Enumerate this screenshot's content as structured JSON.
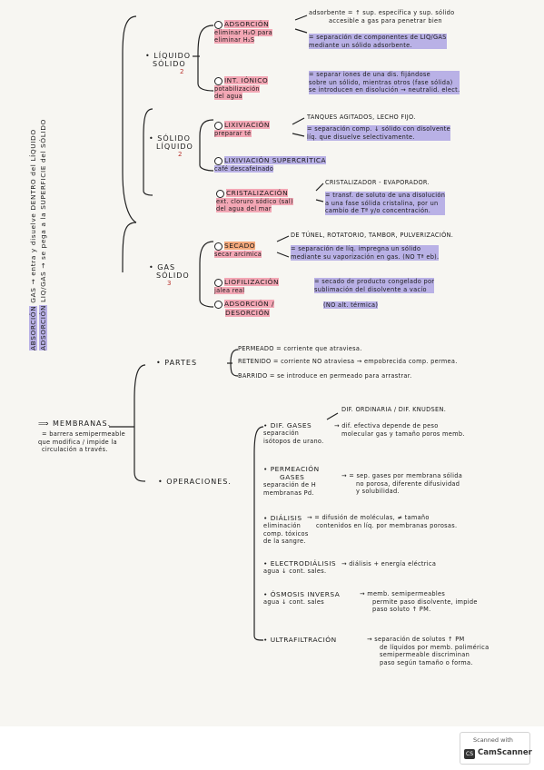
{
  "side_title": {
    "line1_a": "ABSORCIÓN",
    "line1_b": "GAS → entra y disuelve DENTRO del LÍQUIDO",
    "line2_a": "ADSORCIÓN",
    "line2_b": "LIQ/GAS → se pega a la SUPERFICIE del SÓLIDO"
  },
  "branches": {
    "liquido_solido": {
      "label1": "LÍQUIDO",
      "label2": "SÓLIDO",
      "num": "2"
    },
    "solido_liquido": {
      "label1": "SÓLIDO",
      "label2": "LÍQUIDO",
      "num": "2"
    },
    "gas_solido": {
      "label1": "GAS",
      "label2": "SÓLIDO",
      "num": "3"
    }
  },
  "ops": {
    "adsorcion": {
      "title": "ADSORCIÓN",
      "ex1": "eliminar H₂O para",
      "ex2": "eliminar H₂S",
      "note1": "adsorbente = ↑ sup. específica y sup. sólido",
      "note2": "accesible a gas para penetrar bien",
      "def1": "= separación de componentes de LIQ/GAS",
      "def2": "mediante un sólido adsorbente."
    },
    "int_ionico": {
      "title": "INT. IÓNICO",
      "ex1": "potabilización",
      "ex2": "del agua",
      "def1": "= separar iones de una dis. fijándose",
      "def2": "sobre un sólido, mientras otros (fase sólida)",
      "def3": "se introducen en disolución → neutralid. elect."
    },
    "lixiviacion": {
      "title": "LIXIVIACIÓN",
      "ex1": "preparar té",
      "note": "TANQUES AGITADOS, LECHO FIJO.",
      "def1": "= separación comp. ↓ sólido con disolvente",
      "def2": "líq. que disuelve selectivamente."
    },
    "lixiviacion_super": {
      "title": "LIXIVIACIÓN SUPERCRÍTICA",
      "ex1": "café descafeinado"
    },
    "cristalizacion": {
      "title": "CRISTALIZACIÓN",
      "ex1": "ext. cloruro sódico (sal)",
      "ex2": "del agua del mar",
      "note": "CRISTALIZADOR - EVAPORADOR.",
      "def1": "= transf. de soluto de una disolución",
      "def2": "a una fase sólida cristalina, por un",
      "def3": "cambio de Tª y/o concentración."
    },
    "secado": {
      "title": "SECADO",
      "ex1": "secar arcimica",
      "note": "DE TÚNEL, ROTATORIO, TAMBOR, PULVERIZACIÓN.",
      "def1": "= separación de líq. impregna un sólido",
      "def2": "mediante su vaporización en gas. (NO Tª eb)."
    },
    "liofilizacion": {
      "title": "LIOFILIZACIÓN",
      "ex1": "jalea real",
      "def1": "= secado de producto congelado por",
      "def2": "sublimación del disolvente a vacío"
    },
    "adsorcion_desorcion": {
      "title1": "ADSORCIÓN /",
      "title2": "DESORCIÓN",
      "def1": "(NO alt. térmica)"
    }
  },
  "membranas": {
    "label": "⟹ MEMBRANAS.",
    "def1": "= barrera semipermeable",
    "def2": "que modifica / impide la",
    "def3": "circulación a través."
  },
  "partes": {
    "label": "PARTES",
    "permeado": "PERMEADO = corriente que atraviesa.",
    "retenido": "RETENIDO = corriente NO atraviesa → empobrecida comp. permea.",
    "barrido": "BARRIDO = se introduce en permeado para arrastrar."
  },
  "operaciones": {
    "label": "OPERACIONES.",
    "dif_gases": {
      "title": "DIF. GASES",
      "ex1": "separación",
      "ex2": "isótopos de urano.",
      "note": "DIF. ORDINARIA / DIF. KNUDSEN.",
      "def1": "→ dif. efectiva depende de peso",
      "def2": "molecular gas y tamaño poros memb."
    },
    "permeacion": {
      "title1": "PERMEACIÓN",
      "title2": "GASES",
      "ex1": "separación de H",
      "ex2": "membranas Pd.",
      "def1": "→ = sep. gases por membrana sólida",
      "def2": "no porosa, diferente difusividad",
      "def3": "y solubilidad."
    },
    "dialisis": {
      "title": "DIÁLISIS",
      "ex1": "eliminación",
      "ex2": "comp. tóxicos",
      "ex3": "de la sangre.",
      "def1": "→ = difusión de moléculas, ≠ tamaño",
      "def2": "contenidos en líq. por membranas porosas."
    },
    "electrodialisis": {
      "title": "ELECTRODIÁLISIS",
      "ex1": "agua ↓ cont. sales.",
      "def1": "→ diálisis + energía eléctrica"
    },
    "osmosis": {
      "title": "ÓSMOSIS INVERSA",
      "ex1": "agua ↓ cont. sales",
      "def1": "→ memb. semipermeables",
      "def2": "permite paso disolvente, impide",
      "def3": "paso soluto ↑ PM."
    },
    "ultrafiltracion": {
      "title": "ULTRAFILTRACIÓN",
      "def1": "→ separación de solutos ↑ PM",
      "def2": "de líquidos por memb. polimérica",
      "def3": "semipermeable discriminan",
      "def4": "paso según tamaño o forma."
    }
  },
  "scanner": {
    "scanned_with": "Scanned with",
    "brand": "CamScanner",
    "logo": "CS"
  },
  "colors": {
    "pink": "#f3a7b5",
    "purple": "#b9b1e6",
    "orange": "#f4a97c",
    "red": "#b8322d"
  }
}
